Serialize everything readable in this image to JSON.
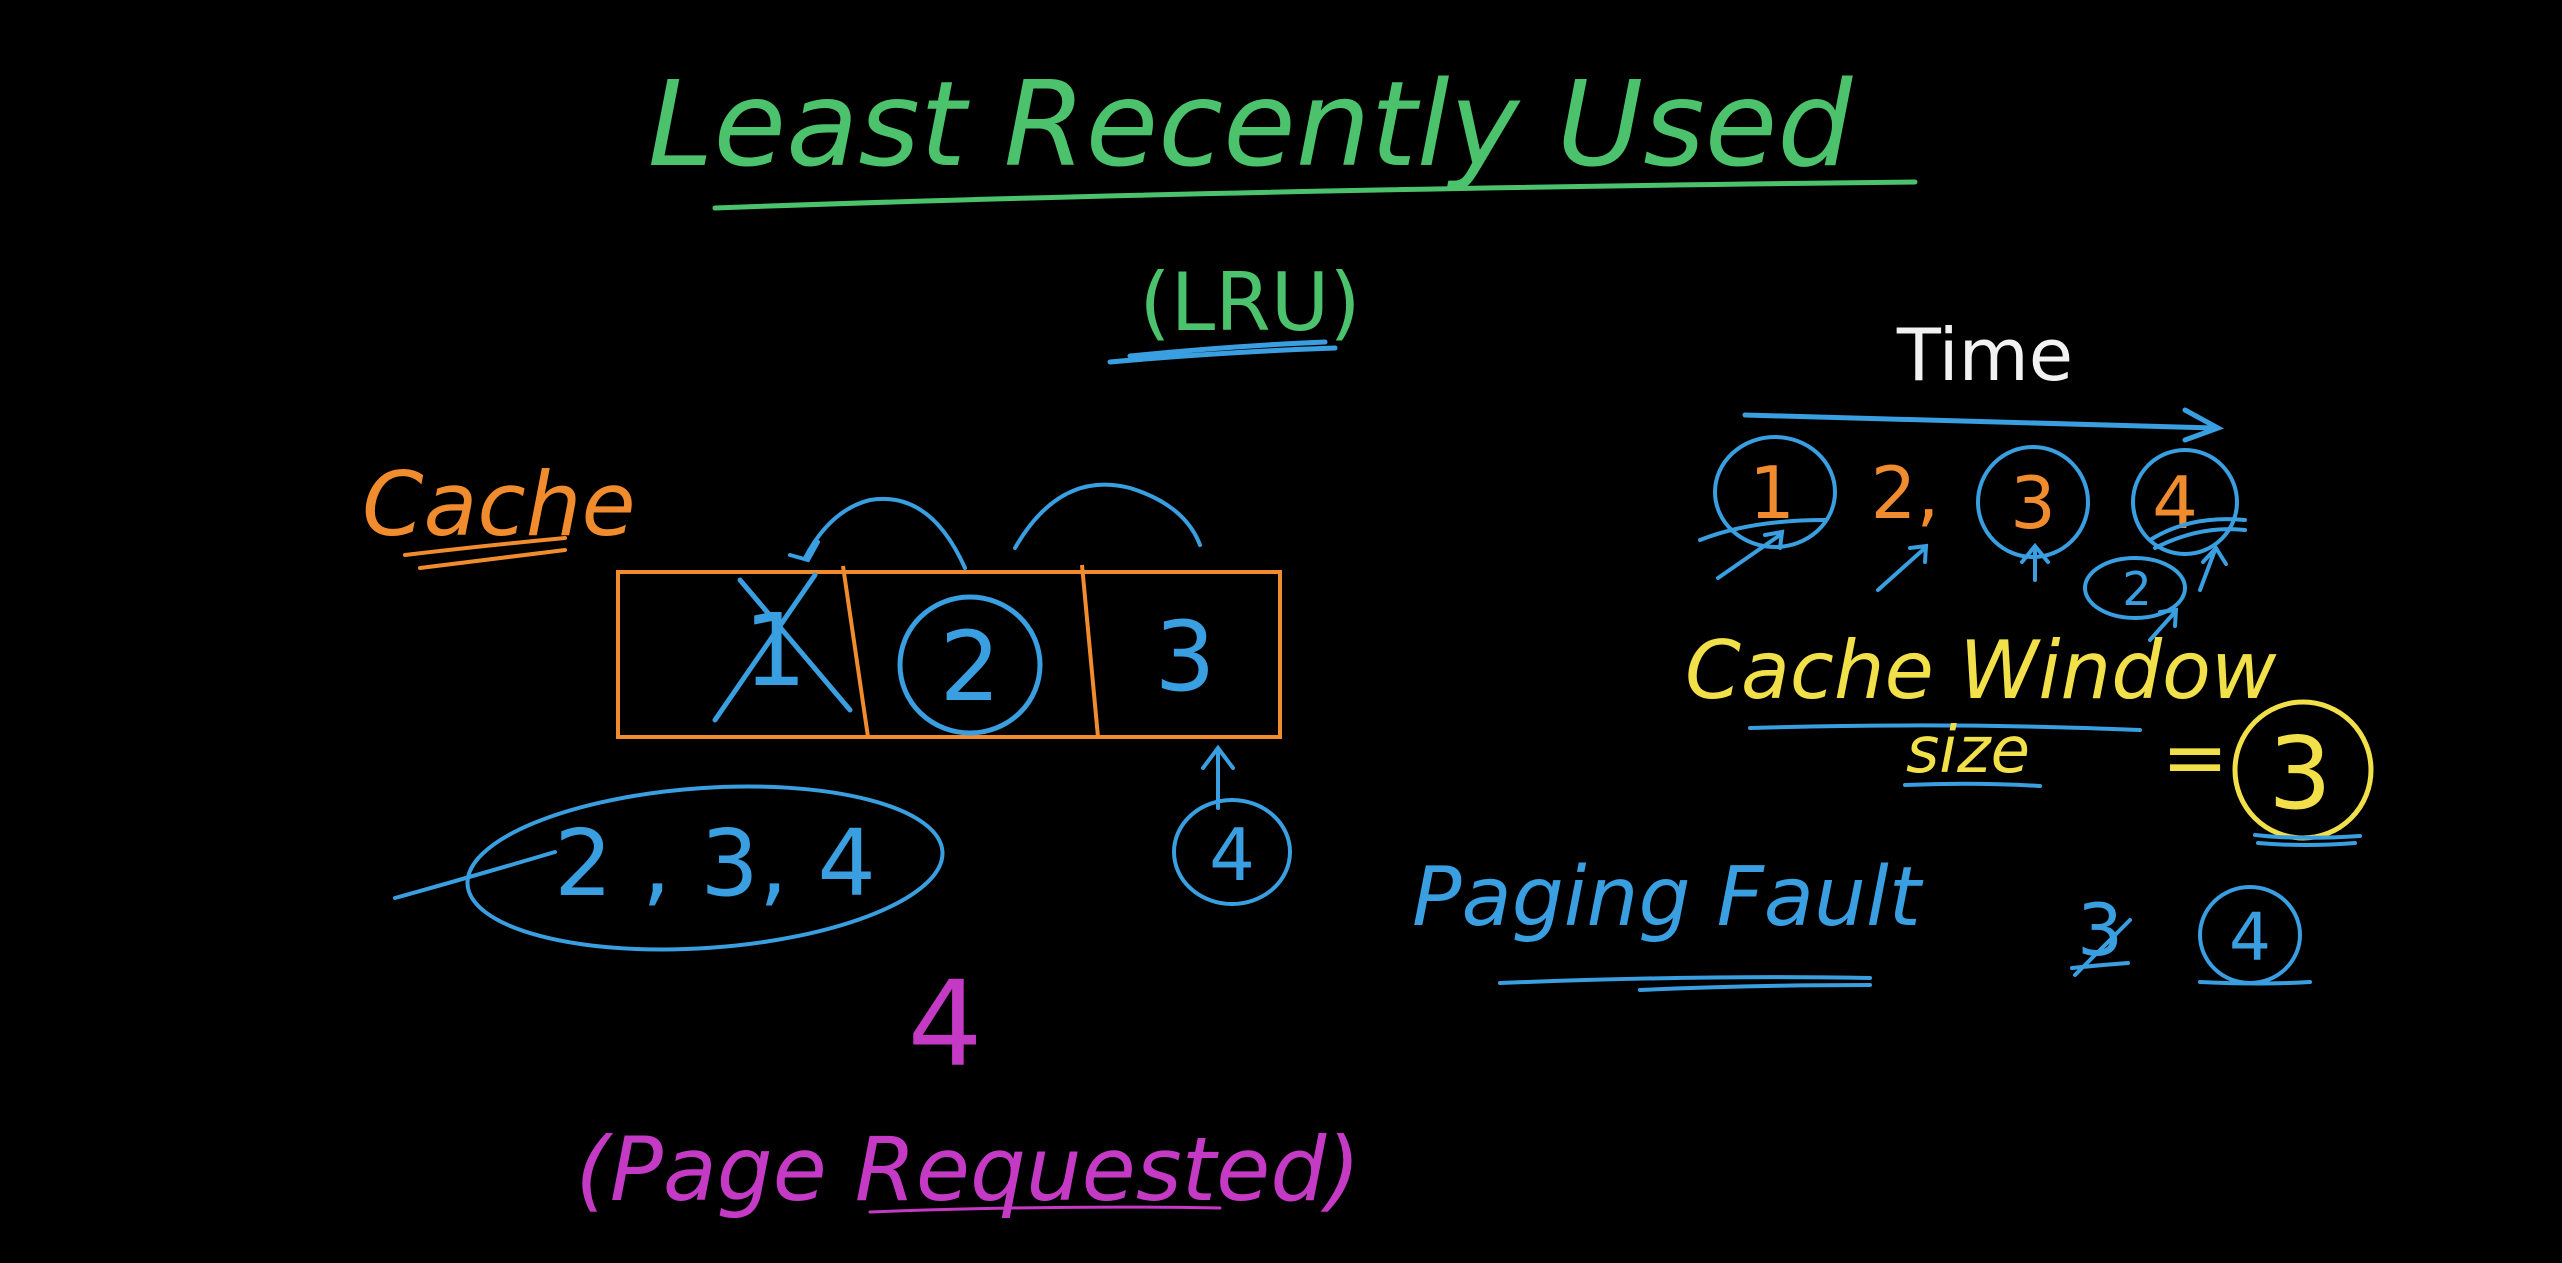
{
  "title": "Least Recently Used",
  "abbreviation": "(LRU)",
  "cache_label": "Cache",
  "cache_slots": [
    {
      "value": "1",
      "crossed": true
    },
    {
      "value": "2",
      "circled": true
    },
    {
      "value": "3"
    }
  ],
  "incoming_page": "4",
  "request_sequence": "2 , 3, 4",
  "page_requested_value": "4",
  "page_requested_label": "(Page Requested)",
  "time_label": "Time",
  "timeline": {
    "items": [
      {
        "value": "1",
        "circled": true,
        "color_key": "orange"
      },
      {
        "value": "2,",
        "circled": false,
        "color_key": "orange"
      },
      {
        "value": "3",
        "circled": true,
        "color_key": "orange"
      },
      {
        "value": "4",
        "circled": true,
        "color_key": "orange"
      }
    ],
    "extra_value": "2"
  },
  "cache_window_label": "Cache Window",
  "size_label": "size",
  "equals": "=",
  "cache_window_size": "3",
  "paging_fault_label": "Paging Fault",
  "paging_fault_old": "3",
  "paging_fault_value": "4",
  "colors": {
    "background": "#000000",
    "green": "#4bc26b",
    "blue": "#3a9fe0",
    "orange": "#f08c2e",
    "yellow": "#f2e04a",
    "white": "#f2f2f2",
    "magenta": "#c43ac4"
  }
}
